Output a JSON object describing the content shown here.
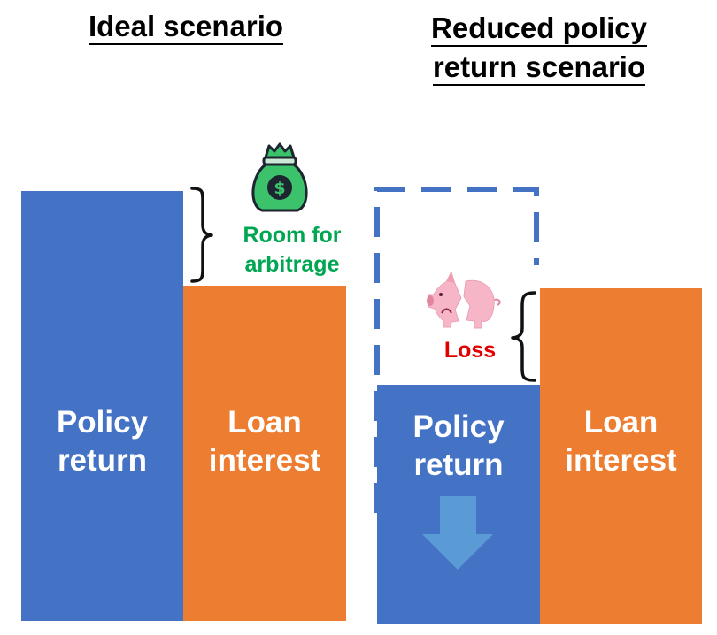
{
  "colors": {
    "policy_return": "#4472c4",
    "loan_interest": "#ed7d31",
    "arbitrage_text": "#00a651",
    "loss_text": "#e00000",
    "dashed_outline": "#4472c4",
    "down_arrow": "#5b9bd5"
  },
  "left_panel": {
    "title": "Ideal scenario",
    "policy_return_label": "Policy\nreturn",
    "loan_interest_label": "Loan\ninterest",
    "arbitrage_note": "Room for\narbitrage",
    "icon": "money-bag-dollar-icon"
  },
  "right_panel": {
    "title_line1": "Reduced policy",
    "title_line2": "return scenario",
    "policy_return_label": "Policy\nreturn",
    "loan_interest_label": "Loan\ninterest",
    "loss_note": "Loss",
    "icons": [
      "broken-piggy-bank-icon",
      "down-arrow-icon"
    ]
  }
}
